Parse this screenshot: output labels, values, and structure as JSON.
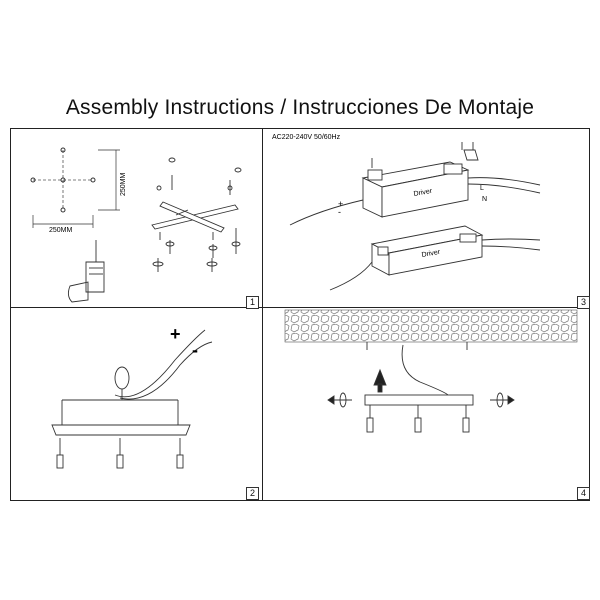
{
  "title": "Assembly Instructions / Instrucciones De Montaje",
  "panels": [
    {
      "number": "1",
      "dim_width": "250MM",
      "dim_height": "250MM"
    },
    {
      "number": "2",
      "plus": "+",
      "minus": "-"
    },
    {
      "number": "3",
      "voltage": "AC220-240V 50/60Hz",
      "driver_label": "Driver",
      "driver_label_2": "Driver",
      "live": "L",
      "neutral": "N",
      "plus": "+",
      "minus": "-"
    },
    {
      "number": "4"
    }
  ]
}
